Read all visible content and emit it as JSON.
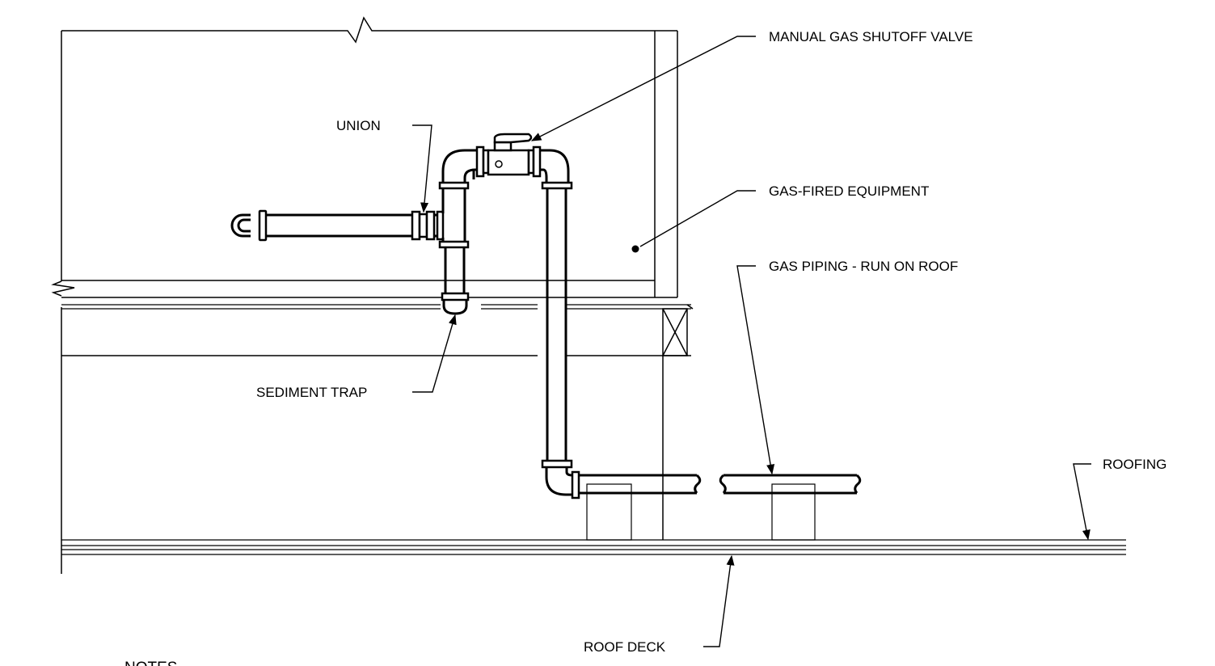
{
  "labels": {
    "manual_gas_shutoff_valve": "MANUAL GAS SHUTOFF VALVE",
    "union": "UNION",
    "gas_fired_equipment": "GAS-FIRED EQUIPMENT",
    "gas_piping_run_on_roof": "GAS PIPING - RUN ON ROOF",
    "sediment_trap": "SEDIMENT TRAP",
    "roofing": "ROOFING",
    "roof_deck": "ROOF DECK",
    "notes": "NOTES"
  }
}
